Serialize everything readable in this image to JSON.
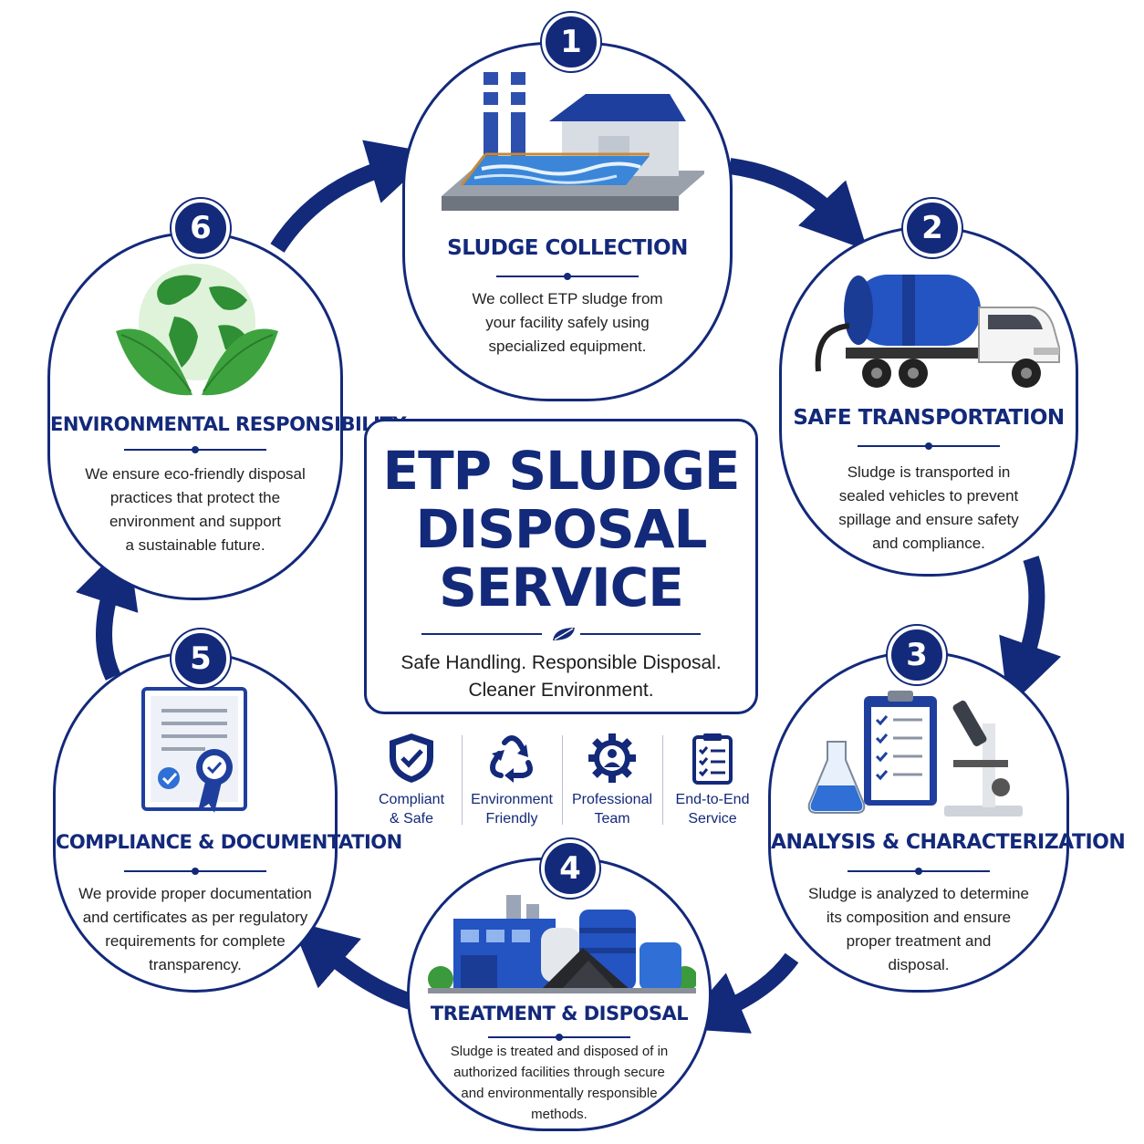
{
  "title_lines": [
    "ETP SLUDGE",
    "DISPOSAL",
    "SERVICE"
  ],
  "tagline_lines": [
    "Safe Handling. Responsible Disposal.",
    "Cleaner Environment."
  ],
  "features": [
    {
      "label_lines": [
        "Compliant",
        "& Safe"
      ],
      "icon": "shield-check-icon"
    },
    {
      "label_lines": [
        "Environment",
        "Friendly"
      ],
      "icon": "recycle-icon"
    },
    {
      "label_lines": [
        "Professional",
        "Team"
      ],
      "icon": "gear-person-icon"
    },
    {
      "label_lines": [
        "End-to-End",
        "Service"
      ],
      "icon": "checklist-icon"
    }
  ],
  "steps": [
    {
      "number": "1",
      "title": "SLUDGE COLLECTION",
      "desc_lines": [
        "We collect ETP sludge from",
        "your facility safely using",
        "specialized equipment."
      ],
      "icon": "treatment-plant-icon"
    },
    {
      "number": "2",
      "title": "SAFE TRANSPORTATION",
      "desc_lines": [
        "Sludge is transported in",
        "sealed vehicles to prevent",
        "spillage and ensure safety",
        "and compliance."
      ],
      "icon": "tanker-truck-icon"
    },
    {
      "number": "3",
      "title": "ANALYSIS & CHARACTERIZATION",
      "desc_lines": [
        "Sludge is analyzed to determine",
        "its composition and ensure",
        "proper treatment and",
        "disposal."
      ],
      "icon": "lab-analysis-icon"
    },
    {
      "number": "4",
      "title": "TREATMENT & DISPOSAL",
      "desc_lines": [
        "Sludge is treated and disposed of in",
        "authorized facilities through secure",
        "and environmentally responsible",
        "methods."
      ],
      "icon": "disposal-facility-icon"
    },
    {
      "number": "5",
      "title": "COMPLIANCE & DOCUMENTATION",
      "desc_lines": [
        "We provide proper documentation",
        "and certificates as per regulatory",
        "requirements for complete",
        "transparency."
      ],
      "icon": "certificate-icon"
    },
    {
      "number": "6",
      "title": "ENVIRONMENTAL RESPONSIBILITY",
      "desc_lines": [
        "We ensure eco-friendly disposal",
        "practices that protect the",
        "environment and support",
        "a sustainable future."
      ],
      "icon": "globe-leaves-icon"
    }
  ],
  "colors": {
    "primary": "#13297a",
    "accent_blue": "#2f6fd6",
    "green": "#3a9a3a",
    "white": "#ffffff"
  }
}
